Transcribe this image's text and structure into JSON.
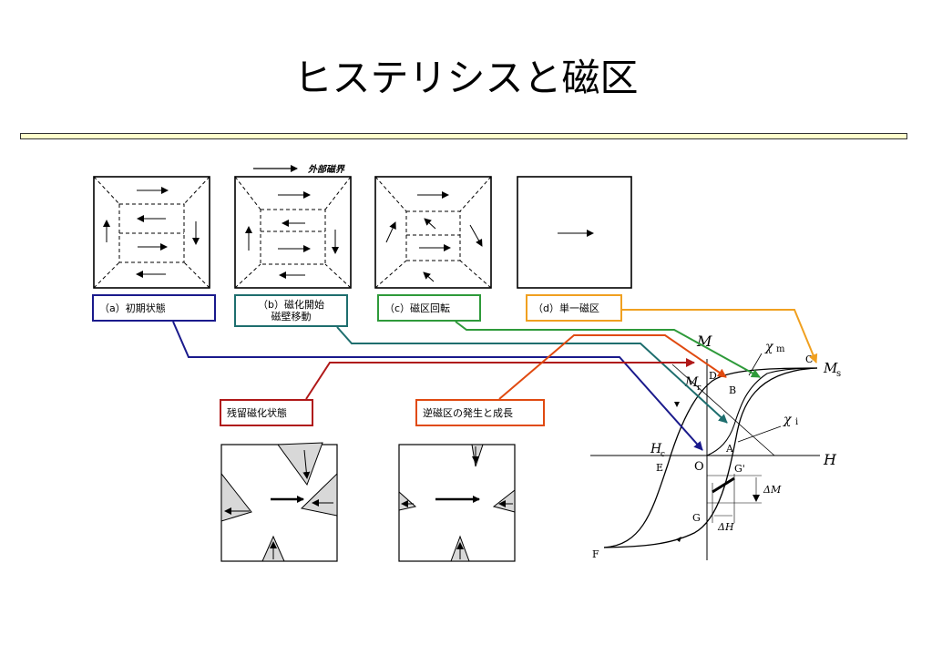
{
  "title": "ヒステリシスと磁区",
  "field_caption": "外部磁界",
  "labels": {
    "a": "（a）初期状態",
    "b_line1": "（b）磁化開始",
    "b_line2": "磁壁移動",
    "c": "（c）磁区回転",
    "d": "（d）単一磁区",
    "remanent": "残留磁化状態",
    "reverse": "逆磁区の発生と成長"
  },
  "curve_labels": {
    "M": "M",
    "H": "H",
    "O": "O",
    "A": "A",
    "B": "B",
    "C": "C",
    "D": "D",
    "E": "E",
    "F": "F",
    "G": "G",
    "Gp": "G'",
    "Ms": "M",
    "Ms_sub": "s",
    "Mr": "M",
    "Mr_sub": "r",
    "Hc": "H",
    "Hc_sub": "c",
    "chi_m": "χ",
    "chi_m_sub": "m",
    "chi_i": "χ",
    "chi_i_sub": "i",
    "dM": "ΔM",
    "dH": "ΔH"
  },
  "colors": {
    "a": "#1a1a8c",
    "b": "#1e6e6e",
    "c": "#2e9a3a",
    "d": "#f0a020",
    "remanent": "#b01818",
    "reverse": "#e04a10"
  }
}
